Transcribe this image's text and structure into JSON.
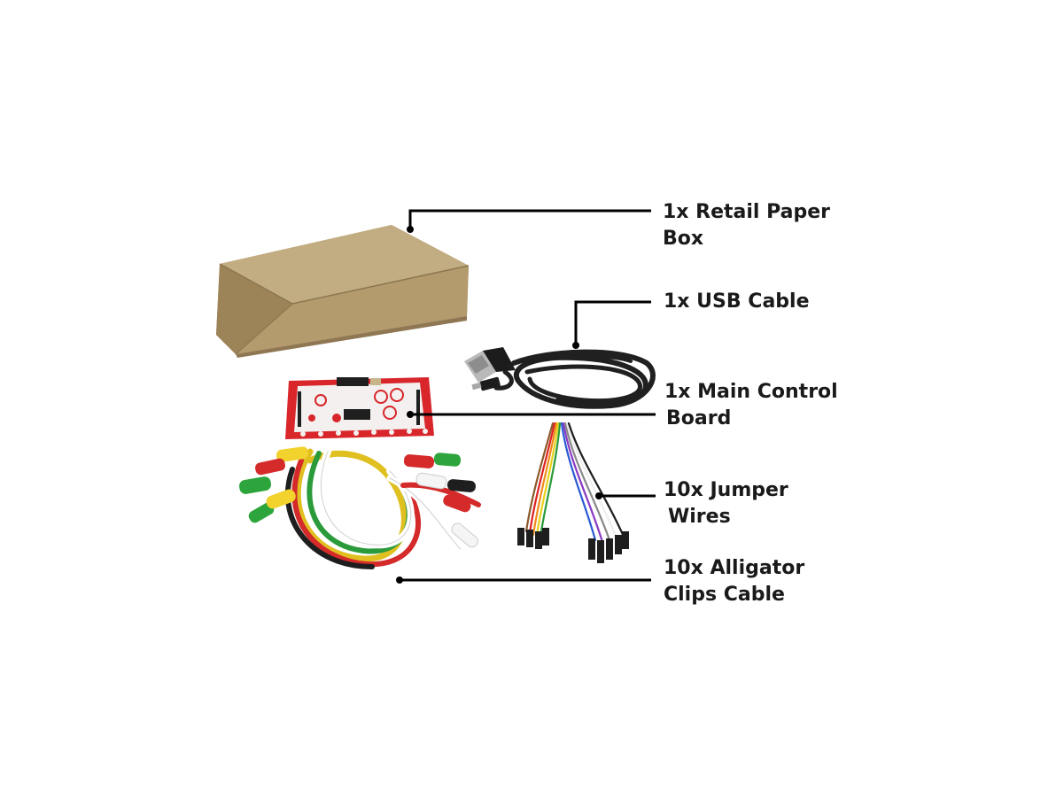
{
  "labels": {
    "box": {
      "line1": "1x Retail Paper",
      "line2": "Box"
    },
    "usb": {
      "line1": "1x USB Cable"
    },
    "board": {
      "line1": "1x Main Control",
      "line2": "Board"
    },
    "jumper": {
      "line1": "10x Jumper",
      "line2": "Wires"
    },
    "clips": {
      "line1": "10x Alligator",
      "line2": "Clips Cable"
    }
  },
  "colors": {
    "leader_line": "#000000",
    "box_kraft": "#b9a277",
    "board_red": "#d8262b",
    "cable_black": "#1e1e1e"
  }
}
